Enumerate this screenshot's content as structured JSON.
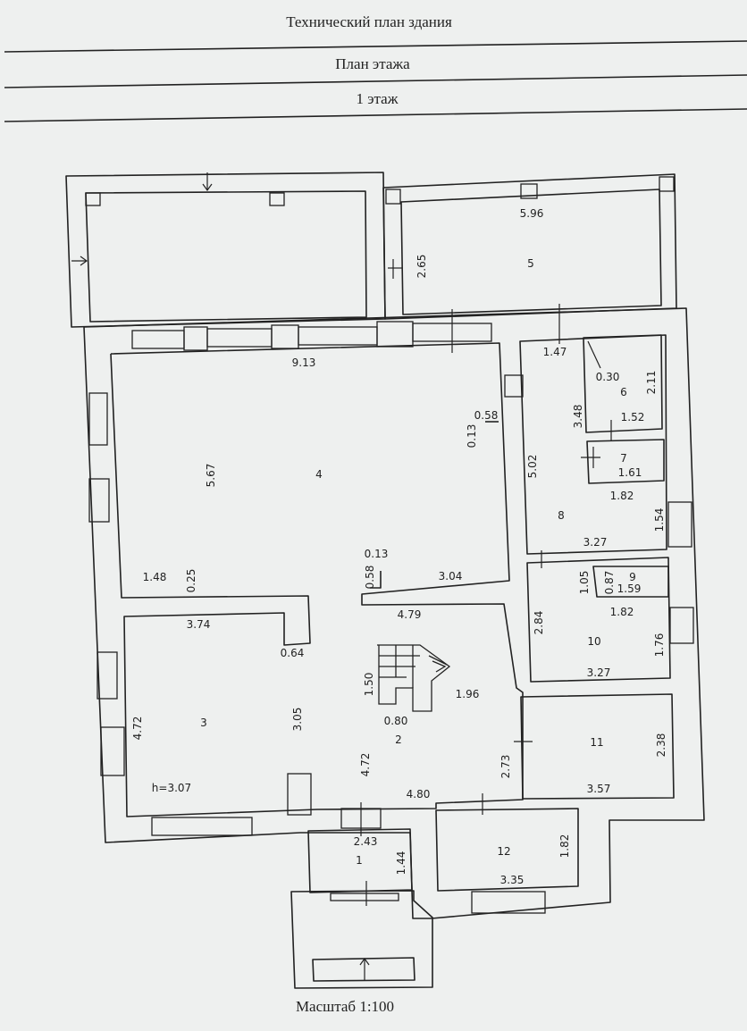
{
  "header": {
    "title": "Технический план здания",
    "subtitle": "План этажа",
    "floor": "1 этаж"
  },
  "footer": {
    "scale": "Масштаб 1:100"
  },
  "rooms": {
    "r1": "1",
    "r2": "2",
    "r3": "3",
    "r4": "4",
    "r5": "5",
    "r6": "6",
    "r7": "7",
    "r8": "8",
    "r9": "9",
    "r10": "10",
    "r11": "11",
    "r12": "12"
  },
  "dims": {
    "d596": "5.96",
    "d265": "2.65",
    "d913": "9.13",
    "d567": "5.67",
    "d058a": "0.58",
    "d013a": "0.13",
    "d147": "1.47",
    "d030": "0.30",
    "d211": "2.11",
    "d348": "3.48",
    "d152": "1.52",
    "d161": "1.61",
    "d502": "5.02",
    "d182a": "1.82",
    "d154": "1.54",
    "d327a": "3.27",
    "d013b": "0.13",
    "d058b": "0.58",
    "d304": "3.04",
    "d148": "1.48",
    "d025": "0.25",
    "d105": "1.05",
    "d087": "0.87",
    "d159": "1.59",
    "d182b": "1.82",
    "d374": "3.74",
    "d479": "4.79",
    "d064": "0.64",
    "d284": "2.84",
    "d176": "1.76",
    "d327b": "3.27",
    "d150": "1.50",
    "d196": "1.96",
    "d472a": "4.72",
    "d305": "3.05",
    "d080": "0.80",
    "d238": "2.38",
    "d273": "2.73",
    "d472b": "4.72",
    "d357": "3.57",
    "height": "h=3.07",
    "d480": "4.80",
    "d243": "2.43",
    "d144": "1.44",
    "d182c": "1.82",
    "d335": "3.35"
  }
}
